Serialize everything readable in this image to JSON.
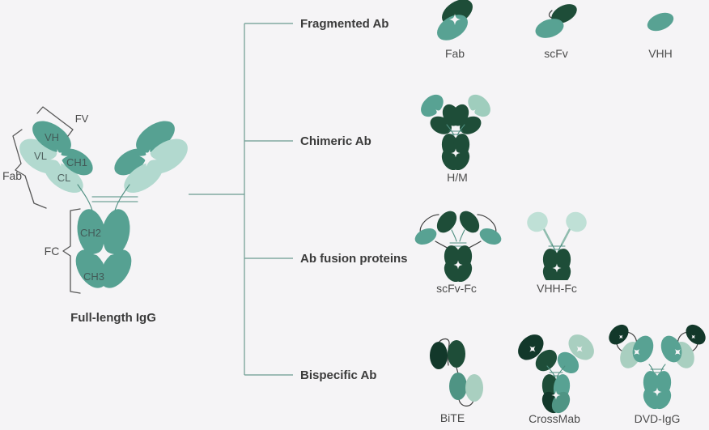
{
  "background": "#f5f4f6",
  "colors": {
    "teal_medium": "#56a192",
    "teal_light": "#b2d9cf",
    "teal_icon": "#58a293",
    "green_dark": "#1e4d38",
    "green_darkest": "#12382a",
    "green_pale": "#a9cfc0",
    "green_paler": "#bfe0d6",
    "teal_muted": "#4f9484",
    "connector_line": "#6b9a90",
    "text_dark": "#3b3b3b",
    "text_caption": "#4c4c4c"
  },
  "full_length": {
    "caption": "Full-length IgG",
    "domain_labels": {
      "vh": "VH",
      "vl": "VL",
      "ch1": "CH1",
      "cl": "CL",
      "ch2": "CH2",
      "ch3": "CH3"
    },
    "bracket_labels": {
      "fv": "FV",
      "fab": "Fab",
      "fc": "FC"
    }
  },
  "branches": [
    {
      "label": "Fragmented Ab",
      "items": [
        {
          "name": "Fab"
        },
        {
          "name": "scFv"
        },
        {
          "name": "VHH"
        }
      ]
    },
    {
      "label": "Chimeric Ab",
      "items": [
        {
          "name": "H/M"
        }
      ]
    },
    {
      "label": "Ab fusion proteins",
      "items": [
        {
          "name": "scFv-Fc"
        },
        {
          "name": "VHH-Fc"
        }
      ]
    },
    {
      "label": "Bispecific Ab",
      "items": [
        {
          "name": "BiTE"
        },
        {
          "name": "CrossMab"
        },
        {
          "name": "DVD-IgG"
        }
      ]
    }
  ]
}
